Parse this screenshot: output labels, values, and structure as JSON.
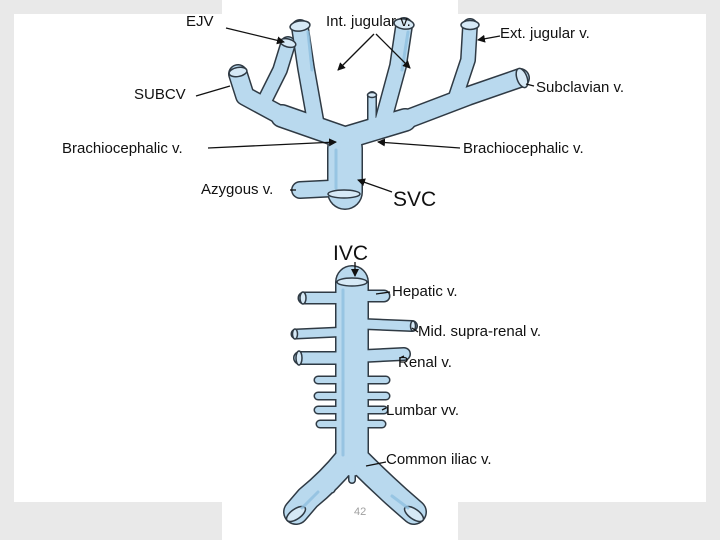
{
  "colors": {
    "vein_fill": "#b9d9ee",
    "vein_stroke": "#2f3a44",
    "vein_shadow": "#8fbfe0",
    "slide_background": "#e9e9e9"
  },
  "labels": {
    "ejv": "EJV",
    "int_jugular": "Int. jugular v.",
    "ext_jugular": "Ext. jugular v.",
    "subcv": "SUBCV",
    "subclavian": "Subclavian v.",
    "brachiocephalic_left": "Brachiocephalic v.",
    "brachiocephalic_right": "Brachiocephalic v.",
    "azygous": "Azygous v.",
    "svc": "SVC",
    "ivc": "IVC",
    "hepatic": "Hepatic v.",
    "mid_suprarenal": "Mid. supra-renal v.",
    "renal": "Renal v.",
    "lumbar": "Lumbar vv.",
    "common_iliac": "Common iliac v."
  },
  "page_number": "42"
}
